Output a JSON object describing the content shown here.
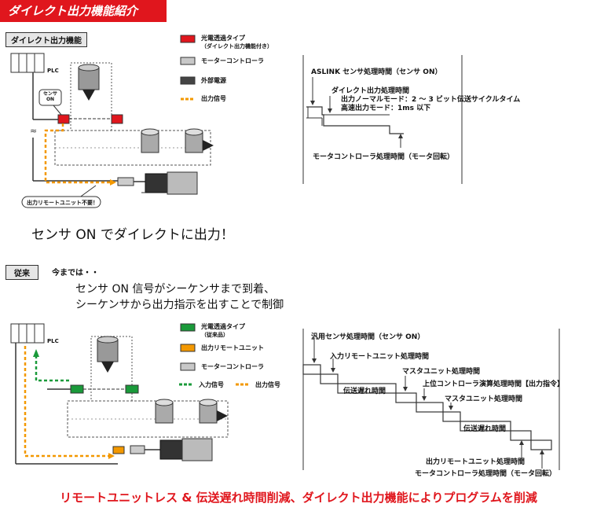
{
  "header": {
    "title": "ダイレクト出力機能紹介"
  },
  "top": {
    "section_label": "ダイレクト出力機能",
    "plc_label": "PLC",
    "sensor_on_line1": "センサ",
    "sensor_on_line2": "ON",
    "callout": "出力リモートユニット不要！",
    "headline": "センサ ON でダイレクトに出力！",
    "legend": [
      {
        "line1": "光電透過タイプ",
        "line2": "（ダイレクト出力機能付き）",
        "color": "#e0161d"
      },
      {
        "line1": "モーターコントローラ",
        "line2": "",
        "color": "#c8c8c8"
      },
      {
        "line1": "外部電源",
        "line2": "",
        "color": "#444444"
      },
      {
        "line1": "出力信号",
        "line2": "",
        "color": "#f39800"
      }
    ],
    "timing": {
      "l1": "ASLINK センサ処理時間（センサ ON）",
      "l2": "ダイレクト出力処理時間",
      "l3": "出力ノーマルモード：2 ～ 3 ビット伝送サイクルタイム",
      "l4": "高速出力モード：1ms 以下",
      "l5": "モータコントローラ処理時間（モータ回転）"
    }
  },
  "bottom": {
    "section_label": "従来",
    "intro": "今までは・・",
    "desc_line1": "センサ ON 信号がシーケンサまで到着、",
    "desc_line2": "シーケンサから出力指示を出すことで制御",
    "plc_label": "PLC",
    "legend": [
      {
        "line1": "光電透過タイプ",
        "line2": "（従来品）",
        "color": "#1a9a3a"
      },
      {
        "line1": "出力リモートユニット",
        "line2": "",
        "color": "#f39800"
      },
      {
        "line1": "モーターコントローラ",
        "line2": "",
        "color": "#c8c8c8"
      }
    ],
    "signal_legend": {
      "input": "入力信号",
      "output": "出力信号",
      "input_color": "#1a9a3a",
      "output_color": "#f39800"
    },
    "timing": {
      "l1": "汎用センサ処理時間（センサ ON）",
      "l2": "入力リモートユニット処理時間",
      "l3": "マスタユニット処理時間",
      "l4": "上位コントローラ演算処理時間【出力指令】",
      "l5": "伝送遅れ時間",
      "l6": "マスタユニット処理時間",
      "l7": "伝送遅れ時間",
      "l8": "出力リモートユニット処理時間",
      "l9": "モータコントローラ処理時間（モータ回転）"
    }
  },
  "footer": {
    "text": "リモートユニットレス & 伝送遅れ時間削減、ダイレクト出力機能によりプログラムを削減"
  }
}
